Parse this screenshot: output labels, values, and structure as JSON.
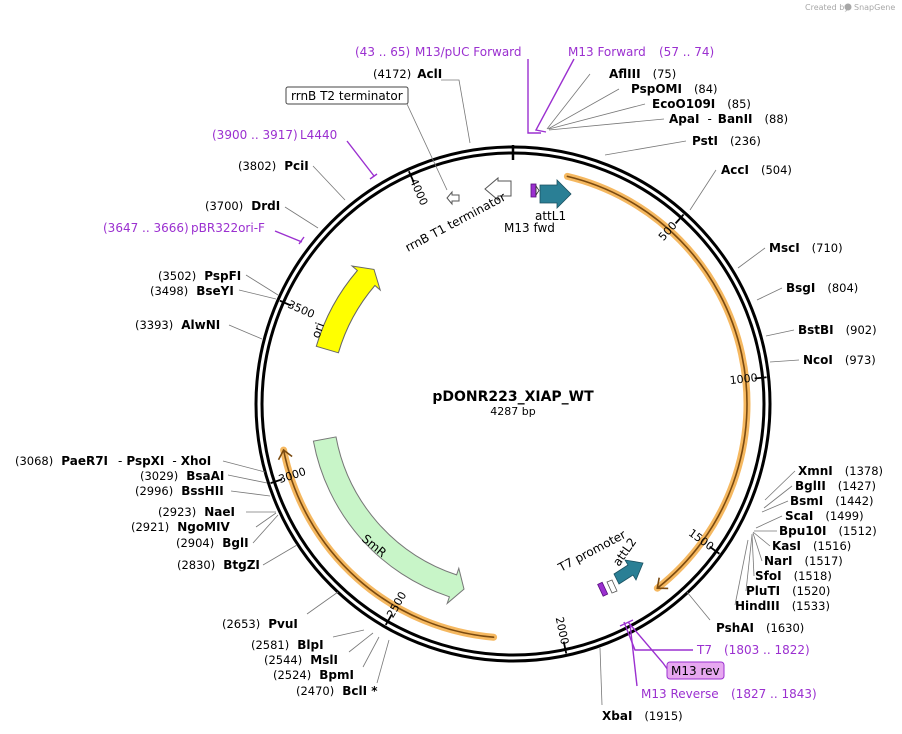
{
  "plasmid": {
    "name": "pDONR223_XIAP_WT",
    "length_label": "4287 bp",
    "length": 4287
  },
  "watermark": {
    "prefix": "Created by",
    "brand": "SnapGene"
  },
  "ticks": [
    {
      "bp": 500,
      "label": "500"
    },
    {
      "bp": 1000,
      "label": "1000"
    },
    {
      "bp": 1500,
      "label": "1500"
    },
    {
      "bp": 2000,
      "label": "2000"
    },
    {
      "bp": 2500,
      "label": "2500"
    },
    {
      "bp": 3000,
      "label": "3000"
    },
    {
      "bp": 3500,
      "label": "3500"
    },
    {
      "bp": 4000,
      "label": "4000"
    }
  ],
  "sites": [
    {
      "name": "AclI",
      "pos": "(4172)",
      "bp": 4172
    },
    {
      "name": "AflIII",
      "pos": "(75)",
      "bp": 75
    },
    {
      "name": "PspOMI",
      "pos": "(84)",
      "bp": 84
    },
    {
      "name": "EcoO109I",
      "pos": "(85)",
      "bp": 85
    },
    {
      "name": "ApaI",
      "name2": "BanII",
      "pos": "(88)",
      "bp": 88
    },
    {
      "name": "PstI",
      "pos": "(236)",
      "bp": 236
    },
    {
      "name": "AccI",
      "pos": "(504)",
      "bp": 504
    },
    {
      "name": "MscI",
      "pos": "(710)",
      "bp": 710
    },
    {
      "name": "BsgI",
      "pos": "(804)",
      "bp": 804
    },
    {
      "name": "BstBI",
      "pos": "(902)",
      "bp": 902
    },
    {
      "name": "NcoI",
      "pos": "(973)",
      "bp": 973
    },
    {
      "name": "XmnI",
      "pos": "(1378)",
      "bp": 1378
    },
    {
      "name": "BglII",
      "pos": "(1427)",
      "bp": 1427
    },
    {
      "name": "BsmI",
      "pos": "(1442)",
      "bp": 1442
    },
    {
      "name": "ScaI",
      "pos": "(1499)",
      "bp": 1499
    },
    {
      "name": "Bpu10I",
      "pos": "(1512)",
      "bp": 1512
    },
    {
      "name": "KasI",
      "pos": "(1516)",
      "bp": 1516
    },
    {
      "name": "NarI",
      "pos": "(1517)",
      "bp": 1517
    },
    {
      "name": "SfoI",
      "pos": "(1518)",
      "bp": 1518
    },
    {
      "name": "PluTI",
      "pos": "(1520)",
      "bp": 1520
    },
    {
      "name": "HindIII",
      "pos": "(1533)",
      "bp": 1533
    },
    {
      "name": "PshAI",
      "pos": "(1630)",
      "bp": 1630
    },
    {
      "name": "XbaI",
      "pos": "(1915)",
      "bp": 1915
    },
    {
      "name": "BclI *",
      "pos": "(2470)",
      "bp": 2470
    },
    {
      "name": "BpmI",
      "pos": "(2524)",
      "bp": 2524
    },
    {
      "name": "MslI",
      "pos": "(2544)",
      "bp": 2544
    },
    {
      "name": "BlpI",
      "pos": "(2581)",
      "bp": 2581
    },
    {
      "name": "PvuI",
      "pos": "(2653)",
      "bp": 2653
    },
    {
      "name": "BtgZI",
      "pos": "(2830)",
      "bp": 2830
    },
    {
      "name": "BglI",
      "pos": "(2904)",
      "bp": 2904
    },
    {
      "name": "NgoMIV",
      "pos": "(2921)",
      "bp": 2921
    },
    {
      "name": "NaeI",
      "pos": "(2923)",
      "bp": 2923
    },
    {
      "name": "BssHII",
      "pos": "(2996)",
      "bp": 2996
    },
    {
      "name": "BsaAI",
      "pos": "(3029)",
      "bp": 3029
    },
    {
      "name": "PaeR7I",
      "name2": "PspXI",
      "name3": "XhoI",
      "pos": "(3068)",
      "bp": 3068
    },
    {
      "name": "AlwNI",
      "pos": "(3393)",
      "bp": 3393
    },
    {
      "name": "BseYI",
      "pos": "(3498)",
      "bp": 3498
    },
    {
      "name": "PspFI",
      "pos": "(3502)",
      "bp": 3502
    },
    {
      "name": "DrdI",
      "pos": "(3700)",
      "bp": 3700
    },
    {
      "name": "PciI",
      "pos": "(3802)",
      "bp": 3802
    }
  ],
  "primers": [
    {
      "name": "M13/pUC Forward",
      "range": "(43 .. 65)"
    },
    {
      "name": "M13 Forward",
      "range": "(57 .. 74)"
    },
    {
      "name": "L4440",
      "range": "(3900 .. 3917)"
    },
    {
      "name": "pBR322ori-F",
      "range": "(3647 .. 3666)"
    },
    {
      "name": "T7",
      "range": "(1803 .. 1822)"
    },
    {
      "name": "M13 rev"
    },
    {
      "name": "M13 Reverse",
      "range": "(1827 .. 1843)"
    }
  ],
  "features": [
    {
      "name": "rrnB T2 terminator"
    },
    {
      "name": "rrnB T1 terminator"
    },
    {
      "name": "attL1"
    },
    {
      "name": "M13 fwd"
    },
    {
      "name": "T7 promoter"
    },
    {
      "name": "attL2"
    },
    {
      "name": "SmR"
    },
    {
      "name": "ori"
    }
  ],
  "colors": {
    "backbone": "#000000",
    "insert_highlight": "#f5b860",
    "insert_line": "#7a4a10",
    "primer": "#9b30d0",
    "attL": "#2a7f95",
    "ori": "#ffff00",
    "smr": "#c8f5c8",
    "m13_rev_box": "#e7a8f0"
  }
}
